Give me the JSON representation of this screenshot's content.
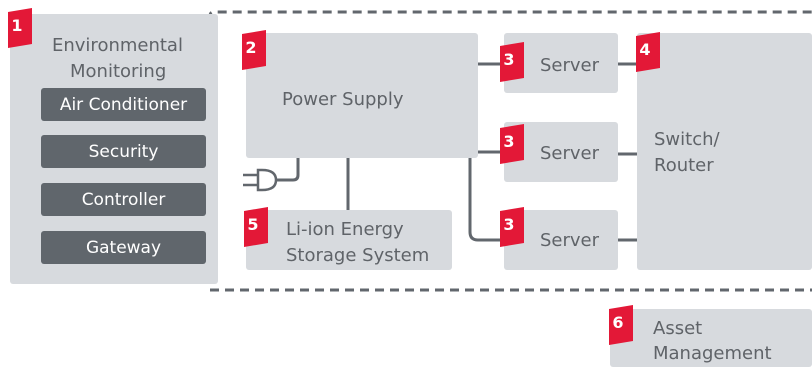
{
  "colors": {
    "badge": "#e31837",
    "box": "#d7dade",
    "pill": "#60666c",
    "line": "#62676d"
  },
  "environmental": {
    "badge": "1",
    "title_line1": "Environmental",
    "title_line2": "Monitoring",
    "items": [
      "Air Conditioner",
      "Security",
      "Controller",
      "Gateway"
    ]
  },
  "power_supply": {
    "badge": "2",
    "label": "Power Supply"
  },
  "servers": [
    {
      "badge": "3",
      "label": "Server"
    },
    {
      "badge": "3",
      "label": "Server"
    },
    {
      "badge": "3",
      "label": "Server"
    }
  ],
  "switch": {
    "badge": "4",
    "line1": "Switch/",
    "line2": "Router"
  },
  "storage": {
    "badge": "5",
    "line1": "Li-ion Energy",
    "line2": "Storage System"
  },
  "asset": {
    "badge": "6",
    "line1": "Asset",
    "line2": "Management"
  },
  "icons": {
    "plug": "plug-icon"
  }
}
